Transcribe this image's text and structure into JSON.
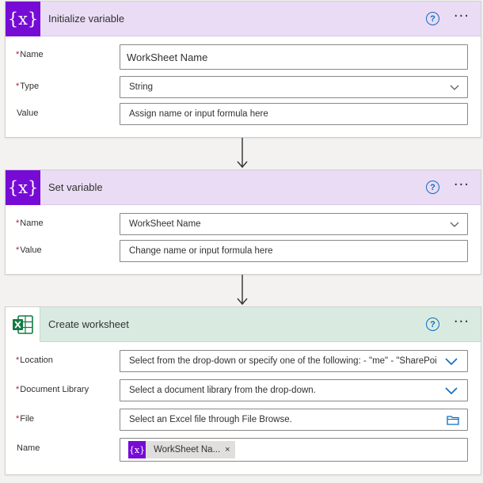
{
  "cards": [
    {
      "title": "Initialize variable",
      "icon": "variable-icon",
      "header_color": "#eadcf5",
      "fields": [
        {
          "label": "Name",
          "required": "*",
          "value": "WorkSheet Name"
        },
        {
          "label": "Type",
          "required": "*",
          "value": "String"
        },
        {
          "label": "Value",
          "required": "",
          "value": "Assign name or input formula here"
        }
      ]
    },
    {
      "title": "Set variable",
      "icon": "variable-icon",
      "header_color": "#eadcf5",
      "fields": [
        {
          "label": "Name",
          "required": "*",
          "value": "WorkSheet Name"
        },
        {
          "label": "Value",
          "required": "*",
          "value": "Change name or input formula here"
        }
      ]
    },
    {
      "title": "Create worksheet",
      "icon": "excel-icon",
      "header_color": "#d9ebe1",
      "fields": [
        {
          "label": "Location",
          "required": "*",
          "value": "Select from the drop-down or specify one of the following: - \"me\" - \"SharePoint Site URL\""
        },
        {
          "label": "Document Library",
          "required": "*",
          "value": "Select a document library from the drop-down."
        },
        {
          "label": "File",
          "required": "*",
          "value": "Select an Excel file through File Browse."
        },
        {
          "label": "Name",
          "required": "",
          "token_label": "WorkSheet Na...",
          "token_remove": "×"
        }
      ]
    }
  ],
  "common": {
    "help_glyph": "?",
    "more_glyph": "···",
    "variable_glyph": "{x}",
    "accent_color": "#770bd6",
    "excel_color": "#107c41",
    "link_color": "#0f6cbd"
  }
}
